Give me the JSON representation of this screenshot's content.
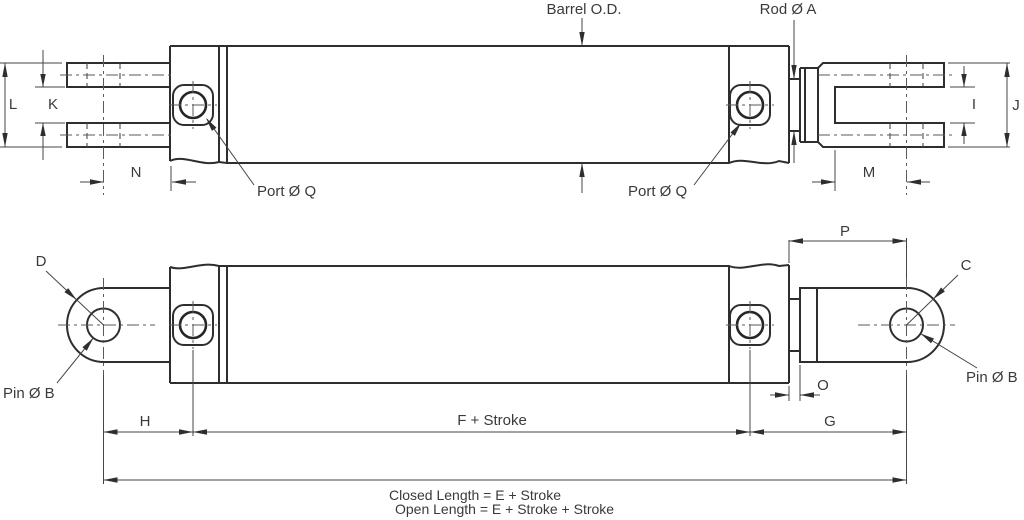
{
  "colors": {
    "background": "#ffffff",
    "outline_line": "#2e2e2e",
    "dimension_line": "#454545",
    "text": "#3a3a3a"
  },
  "top_view": {
    "barrel_od_label": "Barrel O.D.",
    "rod_diameter_label": "Rod Ø A",
    "port_label_left": "Port Ø Q",
    "port_label_right": "Port Ø Q",
    "dims": {
      "L": "L",
      "K": "K",
      "N": "N",
      "I": "I",
      "J": "J",
      "M": "M"
    }
  },
  "bottom_view": {
    "eye_callout_left": "D",
    "eye_callout_right": "C",
    "pin_label_left": "Pin Ø B",
    "pin_label_right": "Pin Ø B",
    "dims": {
      "P": "P",
      "O": "O",
      "H": "H",
      "G": "G",
      "F": "F + Stroke"
    },
    "closed_length_formula": "Closed Length = E + Stroke",
    "open_length_formula": "Open  Length = E + Stroke + Stroke"
  }
}
